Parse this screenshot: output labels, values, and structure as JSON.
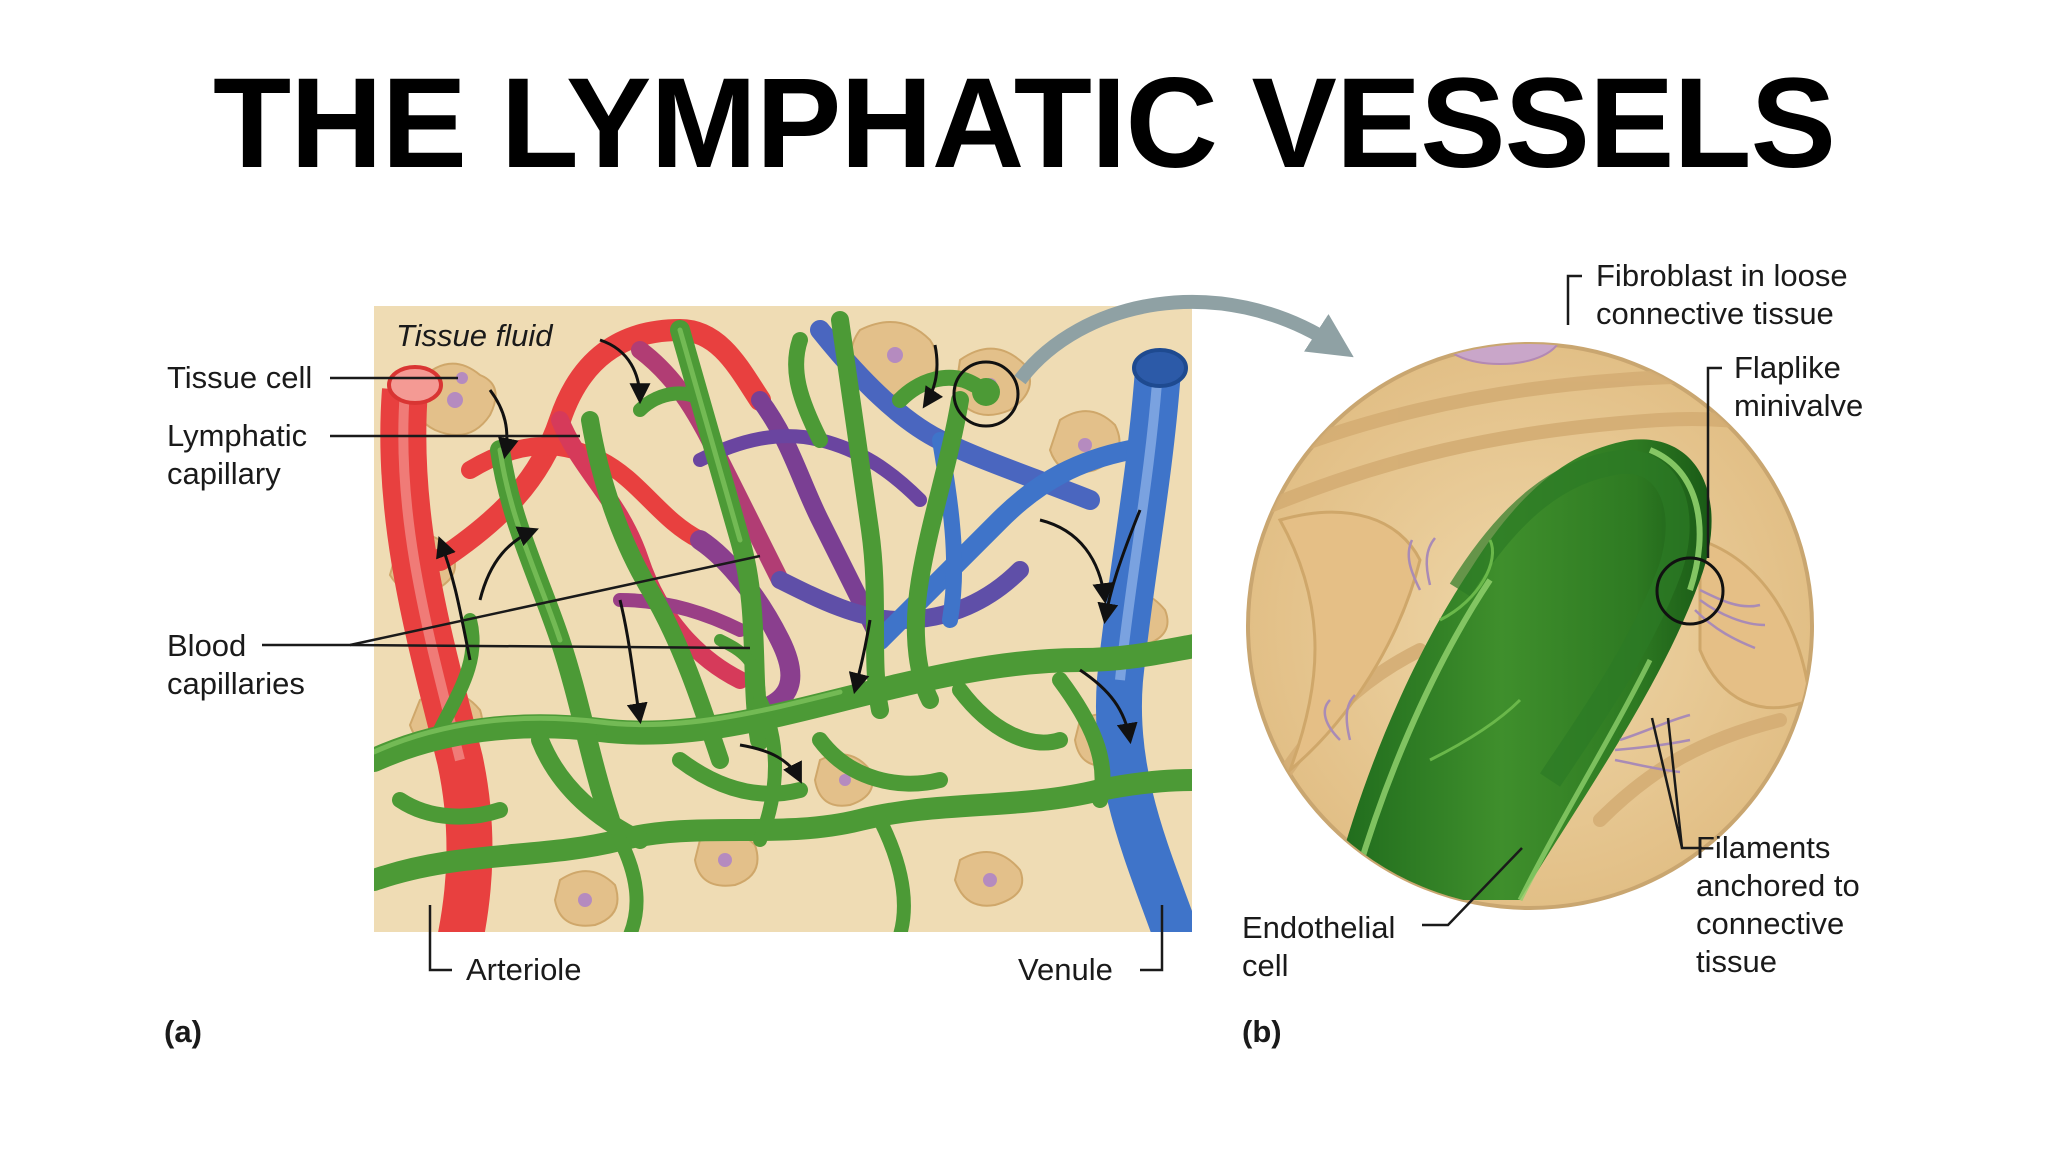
{
  "title": "THE LYMPHATIC VESSELS",
  "panel_a": {
    "id_label": "(a)",
    "labels": {
      "tissue_fluid": "Tissue fluid",
      "tissue_cell": "Tissue cell",
      "lymphatic_capillary_1": "Lymphatic",
      "lymphatic_capillary_2": "capillary",
      "blood_capillaries_1": "Blood",
      "blood_capillaries_2": "capillaries",
      "arteriole": "Arteriole",
      "venule": "Venule"
    }
  },
  "panel_b": {
    "id_label": "(b)",
    "labels": {
      "fibroblast_1": "Fibroblast in loose",
      "fibroblast_2": "connective tissue",
      "flaplike_1": "Flaplike",
      "flaplike_2": "minivalve",
      "filaments_1": "Filaments",
      "filaments_2": "anchored to",
      "filaments_3": "connective",
      "filaments_4": "tissue",
      "endothelial_1": "Endothelial",
      "endothelial_2": "cell"
    }
  },
  "colors": {
    "tissue_background": "#efdcb4",
    "arteriole_red": "#e8403f",
    "venule_blue": "#3f74c9",
    "capillary_purple": "#7a3f93",
    "lymphatic_green": "#4c9a36",
    "lymph_dark_green": "#1f6b1a",
    "connector_gray": "#8fa1a4"
  }
}
